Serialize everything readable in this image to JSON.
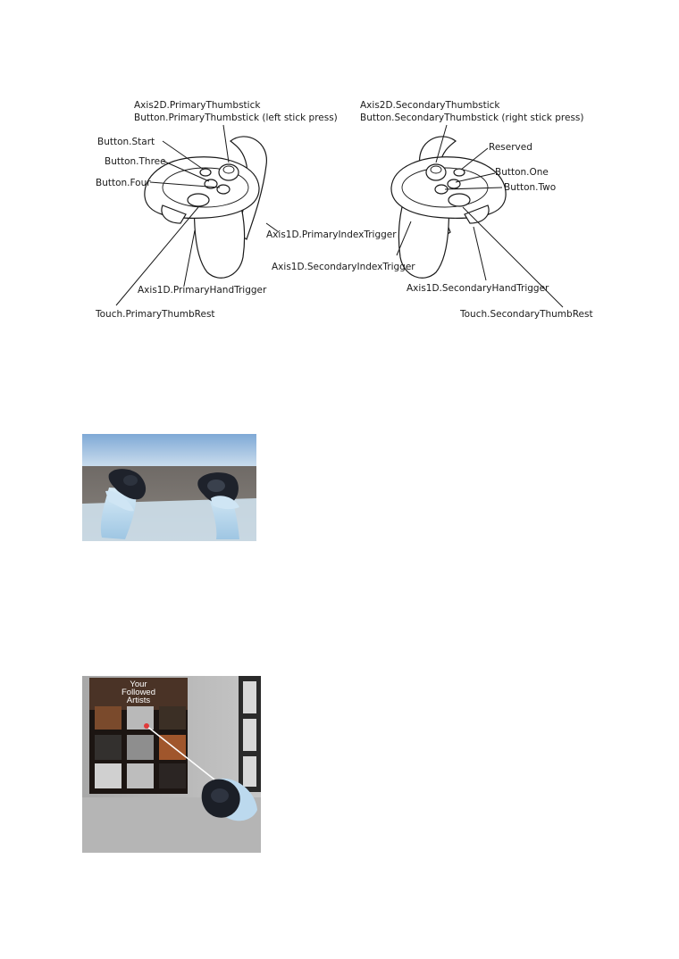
{
  "controller_diagram": {
    "left_labels": {
      "thumbstick_axis": "Axis2D.PrimaryThumbstick",
      "thumbstick_press": "Button.PrimaryThumbstick (left stick press)",
      "start": "Button.Start",
      "three": "Button.Three",
      "four": "Button.Four",
      "index_trigger": "Axis1D.PrimaryIndexTrigger",
      "hand_trigger": "Axis1D.PrimaryHandTrigger",
      "thumb_rest": "Touch.PrimaryThumbRest"
    },
    "right_labels": {
      "thumbstick_axis": "Axis2D.SecondaryThumbstick",
      "thumbstick_press": "Button.SecondaryThumbstick (right stick press)",
      "reserved": "Reserved",
      "one": "Button.One",
      "two": "Button.Two",
      "index_trigger": "Axis1D.SecondaryIndexTrigger",
      "hand_trigger": "Axis1D.SecondaryHandTrigger",
      "thumb_rest": "Touch.SecondaryThumbRest"
    }
  },
  "vr_hands_image": {
    "sky_color": "#9ec3e6",
    "floor_color": "#6f6a66"
  },
  "artists_panel": {
    "title_line1": "Your",
    "title_line2": "Followed",
    "title_line3": "Artists"
  }
}
